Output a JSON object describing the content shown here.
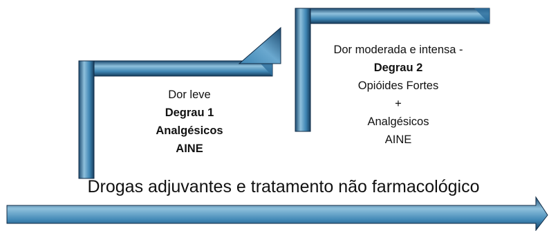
{
  "steps": [
    {
      "lines": [
        {
          "text": "Dor leve",
          "bold": false
        },
        {
          "text": "Degrau 1",
          "bold": true
        },
        {
          "text": "Analgésicos",
          "bold": true
        },
        {
          "text": "AINE",
          "bold": true
        }
      ]
    },
    {
      "lines": [
        {
          "text": "Dor moderada e intensa -",
          "bold": false
        },
        {
          "text": "Degrau 2",
          "bold": true
        },
        {
          "text": "Opióides Fortes",
          "bold": false
        },
        {
          "text": "+",
          "bold": false
        },
        {
          "text": "Analgésicos",
          "bold": false
        },
        {
          "text": "AINE",
          "bold": false
        }
      ]
    }
  ],
  "footer": "Drogas adjuvantes e tratamento não farmacológico",
  "colors": {
    "bar_light": "#8ec0dc",
    "bar_mid": "#3f86b4",
    "bar_dark": "#173e5e",
    "edge": "#0f2a44"
  }
}
